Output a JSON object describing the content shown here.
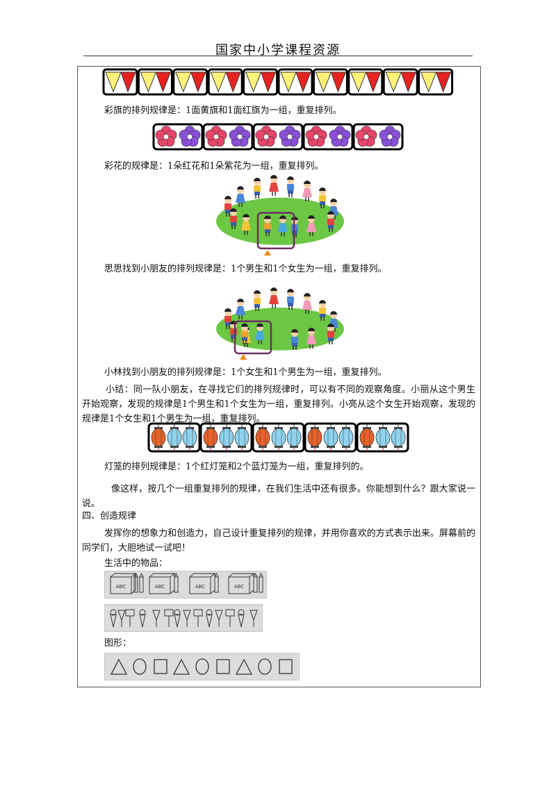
{
  "header": {
    "title": "国家中小学课程资源"
  },
  "content": {
    "flag_rule": "彩旗的排列规律是：1面黄旗和1面红旗为一组，重复排列。",
    "flower_rule": "彩花的规律是：1朵红花和1朵紫花为一组，重复排列。",
    "sisi_rule": "思思找到小朋友的排列规律是：1个男生和1个女生为一组，重复排列。",
    "xiaolin_rule": "小林找到小朋友的排列规律是：1个女生和1个男生为一组，重复排列。",
    "summary": "小结：同一队小朋友，在寻找它们的排列规律时，可以有不同的观察角度。小丽从这个男生开始观察，发现的规律是1个男生和1个女生为一组，重复排列。小亮从这个女生开始观察，发现的规律是1个女生和1个男生为一组，重复排列。",
    "lantern_rule": "灯笼的排列规律是：1个红灯笼和2个蓝灯笼为一组，重复排列的。",
    "question": "像这样，按几个一组重复排列的规律，在我们生活中还有很多。你能想到什么？跟大家说一说。",
    "section_heading": "四、创造规律",
    "create_prompt": "发挥你的想象力和创造力，自己设计重复排列的规律，并用你喜欢的方式表示出来。屏幕前的同学们，大胆地试一试吧！",
    "life_items_label": "生活中的物品：",
    "shapes_label": "图形：",
    "box_label": "ABC"
  },
  "colors": {
    "flag_yellow": "#fff27a",
    "flag_red": "#e8231f",
    "flower_red": "#e8456a",
    "flower_purple": "#8a4fd8",
    "lantern_red": "#e8622a",
    "lantern_blue": "#8fd3ee",
    "group_border": "#000000",
    "highlight_box": "#6b2e63",
    "arrow": "#f08a16",
    "grass": "#6cc744"
  }
}
